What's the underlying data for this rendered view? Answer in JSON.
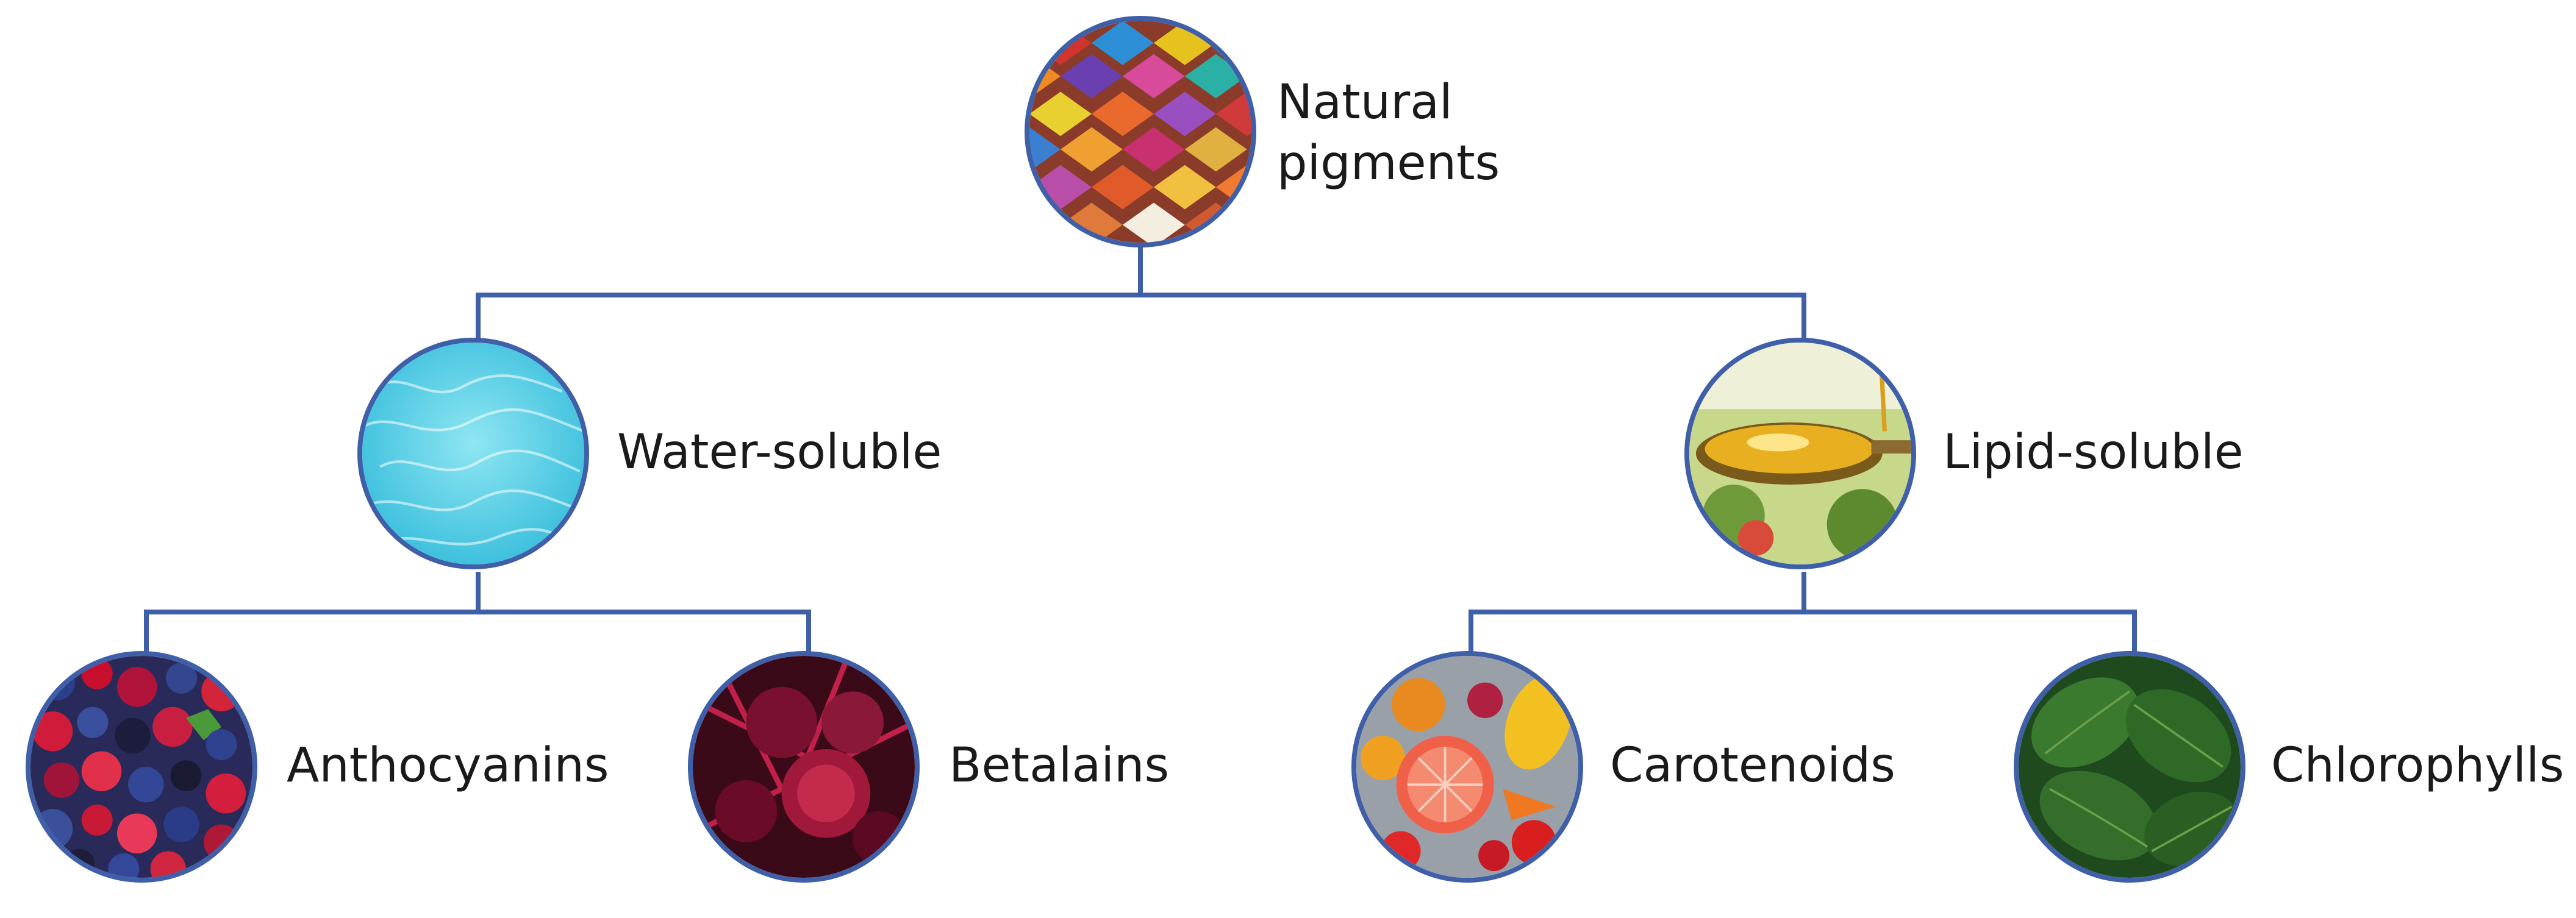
{
  "root": {
    "label": "Natural pigments",
    "icon": "colored-powder-mounds-photo"
  },
  "categories": [
    {
      "label": "Water-soluble",
      "icon": "water-ripple-photo",
      "children": [
        {
          "label": "Anthocyanins",
          "icon": "mixed-berries-photo"
        },
        {
          "label": "Betalains",
          "icon": "red-beetroot-photo"
        }
      ]
    },
    {
      "label": "Lipid-soluble",
      "icon": "oil-spoon-photo",
      "children": [
        {
          "label": "Carotenoids",
          "icon": "citrus-and-vegetables-photo"
        },
        {
          "label": "Chlorophylls",
          "icon": "spinach-leaves-photo"
        }
      ]
    }
  ],
  "colors": {
    "connector": "#3f5fa8",
    "text": "#1a1a1a"
  }
}
